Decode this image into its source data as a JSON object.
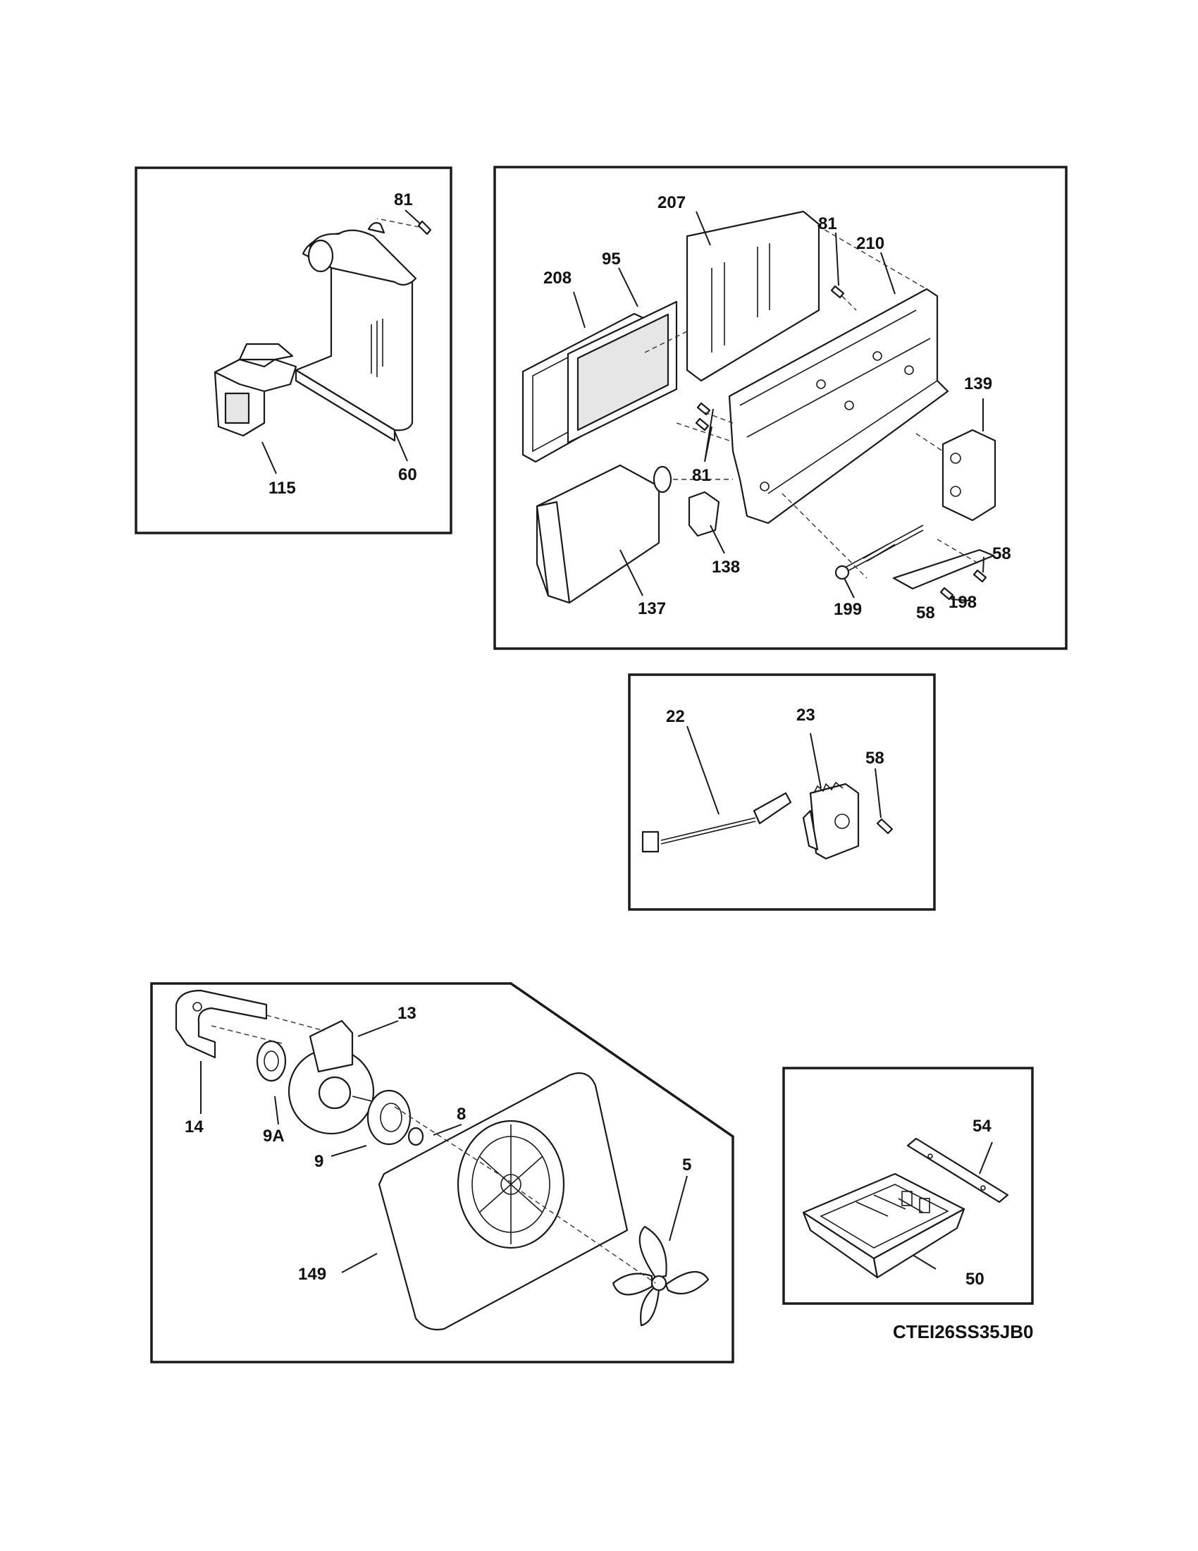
{
  "callouts": {
    "c81_top_left": "81",
    "c115": "115",
    "c60": "60",
    "c207": "207",
    "c81_top_right": "81",
    "c210": "210",
    "c208": "208",
    "c95": "95",
    "c139": "139",
    "c81_mid": "81",
    "c138": "138",
    "c137": "137",
    "c199": "199",
    "c58_right": "58",
    "c198": "198",
    "c58_bottom": "58",
    "c22": "22",
    "c23": "23",
    "c58_sensor": "58",
    "c13": "13",
    "c8": "8",
    "c14": "14",
    "c9A": "9A",
    "c9": "9",
    "c5": "5",
    "c149": "149",
    "c54": "54",
    "c50": "50"
  },
  "model_code": "CTEI26SS35JB0",
  "colors": {
    "line": "#1a1a1a",
    "background": "#ffffff",
    "shade": "#e6e6e6"
  }
}
